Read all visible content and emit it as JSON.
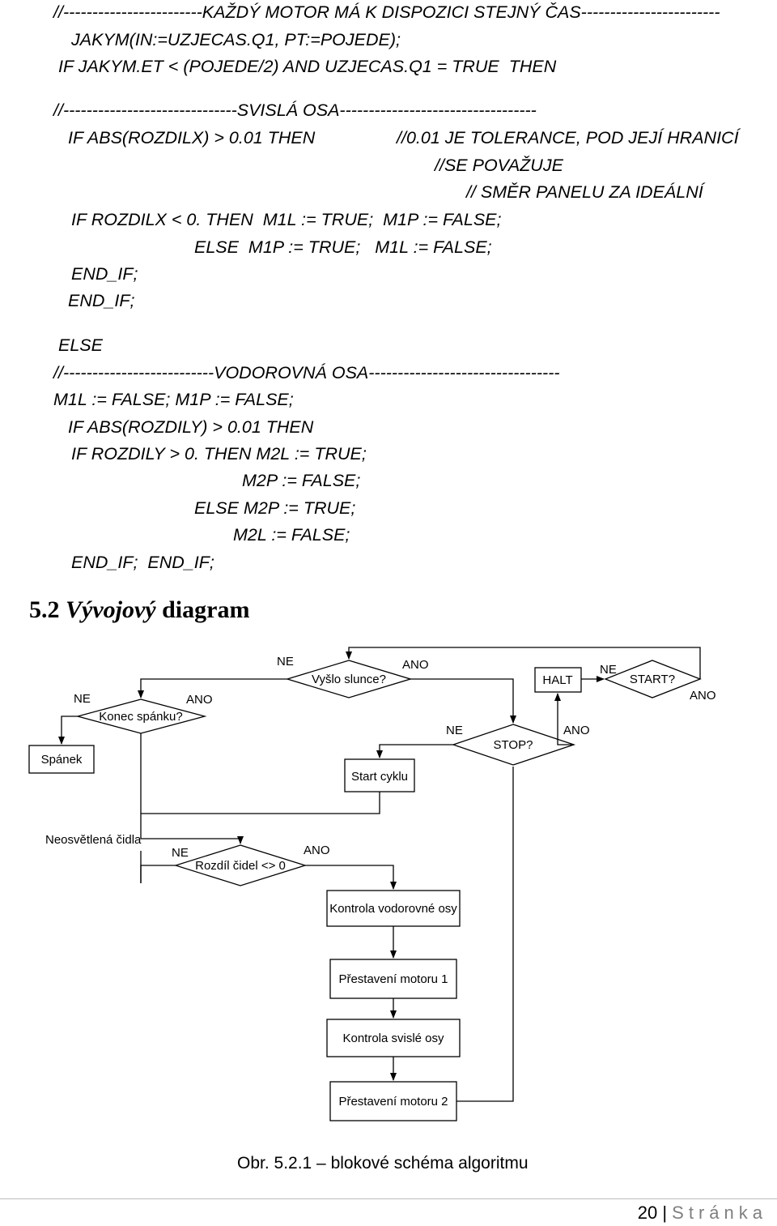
{
  "code_lines": [
    "//------------------------KAŽDÝ MOTOR MÁ K DISPOZICI STEJNÝ ČAS------------------------",
    "JAKYM(IN:=UZJECAS.Q1, PT:=POJEDE);",
    "IF JAKYM.ET < (POJEDE/2) AND UZJECAS.Q1 = TRUE  THEN",
    "//------------------------------SVISLÁ OSA----------------------------------",
    "IF ABS(ROZDILX) > 0.01 THEN",
    "//0.01 JE TOLERANCE, POD JEJÍ HRANICÍ",
    "//SE POVAŽUJE",
    "// SMĚR PANELU ZA IDEÁLNÍ",
    "IF ROZDILX < 0. THEN  M1L := TRUE;  M1P := FALSE;",
    "ELSE  M1P := TRUE;   M1L := FALSE;",
    "END_IF;",
    "END_IF;",
    "ELSE",
    "//--------------------------VODOROVNÁ OSA---------------------------------",
    "M1L := FALSE; M1P := FALSE;",
    "IF ABS(ROZDILY) > 0.01 THEN",
    "IF ROZDILY > 0. THEN M2L := TRUE;",
    "M2P := FALSE;",
    "ELSE M2P := TRUE;",
    "M2L := FALSE;",
    "END_IF;  END_IF;"
  ],
  "heading": {
    "number": "5.2",
    "word1": "Vývojový",
    "word2": "diagram"
  },
  "flowchart": {
    "nodes": {
      "vyslo_slunce": "Vyšlo slunce?",
      "halt": "HALT",
      "start": "START?",
      "konec_spanku": "Konec spánku?",
      "spanek": "Spánek",
      "stop": "STOP?",
      "start_cyklu": "Start cyklu",
      "neosvetlena": "Neosvětlená čidla",
      "rozdil_cidel": "Rozdíl čidel <> 0",
      "kontrola_vodorovne": "Kontrola vodorovné osy",
      "prestaveni_1": "Přestavení motoru 1",
      "kontrola_svisle": "Kontrola svislé osy",
      "prestaveni_2": "Přestavení motoru 2"
    },
    "labels": {
      "ne": "NE",
      "ano": "ANO"
    }
  },
  "caption": "Obr. 5.2.1 – blokové schéma algoritmu",
  "footer": {
    "page_number": "20",
    "separator": "|",
    "word": "Stránka"
  }
}
